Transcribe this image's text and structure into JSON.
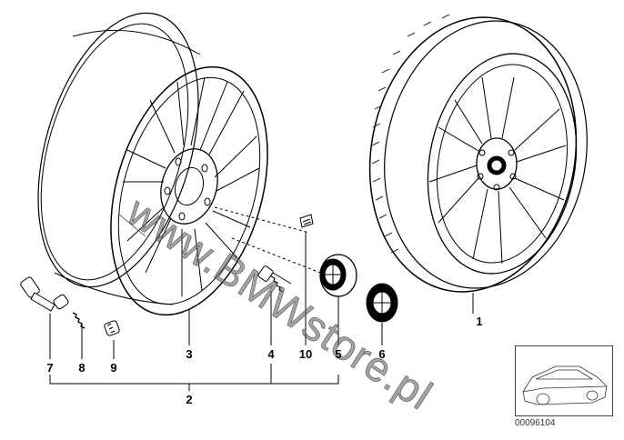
{
  "diagram": {
    "callouts": [
      {
        "id": "part-1",
        "text": "1"
      },
      {
        "id": "part-2",
        "text": "2"
      },
      {
        "id": "part-3",
        "text": "3"
      },
      {
        "id": "part-4",
        "text": "4"
      },
      {
        "id": "part-5",
        "text": "5"
      },
      {
        "id": "part-6",
        "text": "6"
      },
      {
        "id": "part-7",
        "text": "7"
      },
      {
        "id": "part-8",
        "text": "8"
      },
      {
        "id": "part-9",
        "text": "9"
      },
      {
        "id": "part-10",
        "text": "10"
      }
    ],
    "watermark": "www.BMWstore.pl",
    "thumbnail_code": "00096104"
  },
  "colors": {
    "line": "#000000",
    "background": "#ffffff",
    "watermark": "#5a5a5a"
  }
}
